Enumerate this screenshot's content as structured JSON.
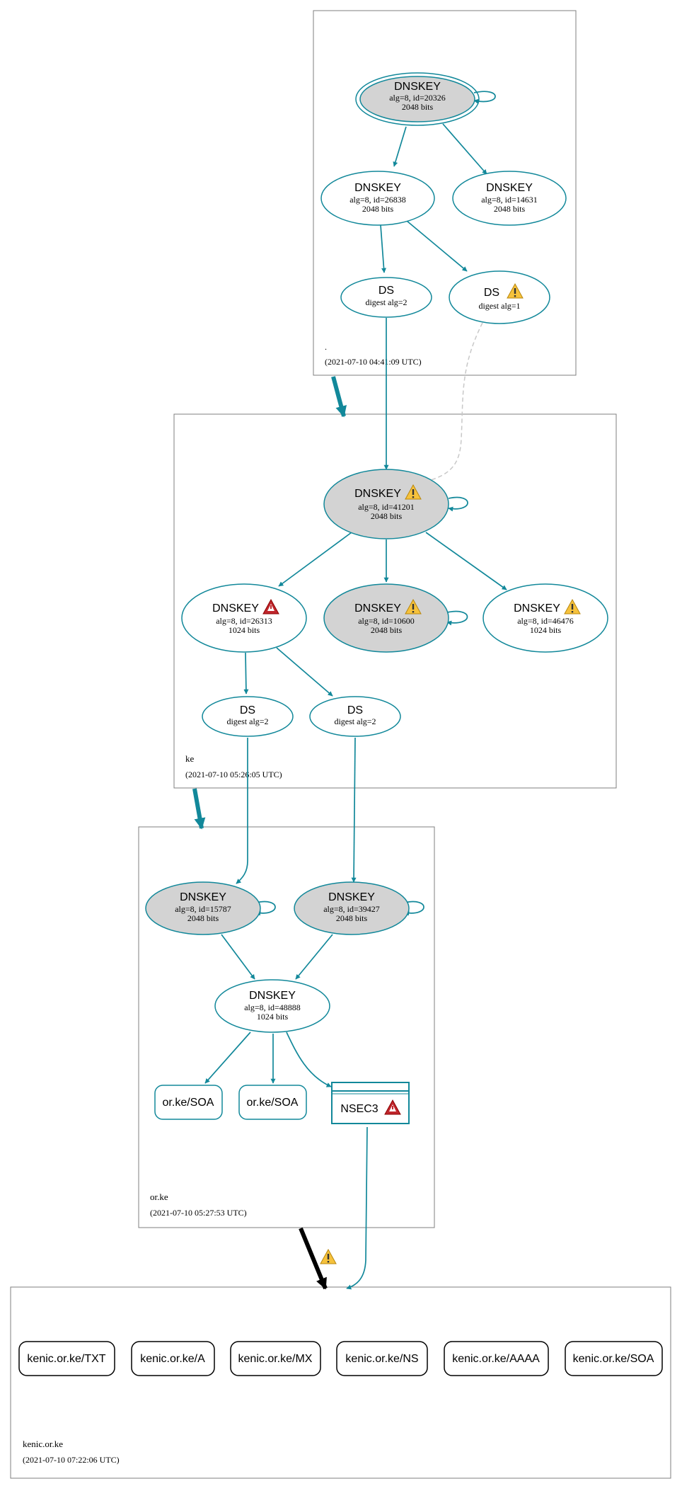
{
  "zones": [
    {
      "id": "root",
      "name": ".",
      "timestamp": "(2021-07-10 04:41:09 UTC)"
    },
    {
      "id": "ke",
      "name": "ke",
      "timestamp": "(2021-07-10 05:26:05 UTC)"
    },
    {
      "id": "orke",
      "name": "or.ke",
      "timestamp": "(2021-07-10 05:27:53 UTC)"
    },
    {
      "id": "kenic",
      "name": "kenic.or.ke",
      "timestamp": "(2021-07-10 07:22:06 UTC)"
    }
  ],
  "nodes": {
    "root_ksk": {
      "title": "DNSKEY",
      "line1": "alg=8, id=20326",
      "line2": "2048 bits"
    },
    "root_zsk1": {
      "title": "DNSKEY",
      "line1": "alg=8, id=26838",
      "line2": "2048 bits"
    },
    "root_zsk2": {
      "title": "DNSKEY",
      "line1": "alg=8, id=14631",
      "line2": "2048 bits"
    },
    "root_ds2": {
      "title": "DS",
      "line1": "digest alg=2"
    },
    "root_ds1": {
      "title": "DS",
      "line1": "digest alg=1"
    },
    "ke_ksk": {
      "title": "DNSKEY",
      "line1": "alg=8, id=41201",
      "line2": "2048 bits"
    },
    "ke_k26313": {
      "title": "DNSKEY",
      "line1": "alg=8, id=26313",
      "line2": "1024 bits"
    },
    "ke_k10600": {
      "title": "DNSKEY",
      "line1": "alg=8, id=10600",
      "line2": "2048 bits"
    },
    "ke_k46476": {
      "title": "DNSKEY",
      "line1": "alg=8, id=46476",
      "line2": "1024 bits"
    },
    "ke_dsa": {
      "title": "DS",
      "line1": "digest alg=2"
    },
    "ke_dsb": {
      "title": "DS",
      "line1": "digest alg=2"
    },
    "or_k15787": {
      "title": "DNSKEY",
      "line1": "alg=8, id=15787",
      "line2": "2048 bits"
    },
    "or_k39427": {
      "title": "DNSKEY",
      "line1": "alg=8, id=39427",
      "line2": "2048 bits"
    },
    "or_k48888": {
      "title": "DNSKEY",
      "line1": "alg=8, id=48888",
      "line2": "1024 bits"
    },
    "or_soa1": {
      "title": "or.ke/SOA"
    },
    "or_soa2": {
      "title": "or.ke/SOA"
    },
    "or_nsec3": {
      "title": "NSEC3"
    },
    "rr_txt": {
      "title": "kenic.or.ke/TXT"
    },
    "rr_a": {
      "title": "kenic.or.ke/A"
    },
    "rr_mx": {
      "title": "kenic.or.ke/MX"
    },
    "rr_ns": {
      "title": "kenic.or.ke/NS"
    },
    "rr_aaaa": {
      "title": "kenic.or.ke/AAAA"
    },
    "rr_soa": {
      "title": "kenic.or.ke/SOA"
    }
  },
  "colors": {
    "edge": "#12889a",
    "zone_border": "#7f7f7f",
    "ksk_fill": "#d3d3d3",
    "warning_yellow": "#f6c23c",
    "error_red": "#c0262c",
    "insecure_edge": "#c8c8c8",
    "delegation_black": "#000000"
  },
  "icons": {
    "warning": "warning-triangle-icon",
    "error": "error-triangle-icon"
  }
}
